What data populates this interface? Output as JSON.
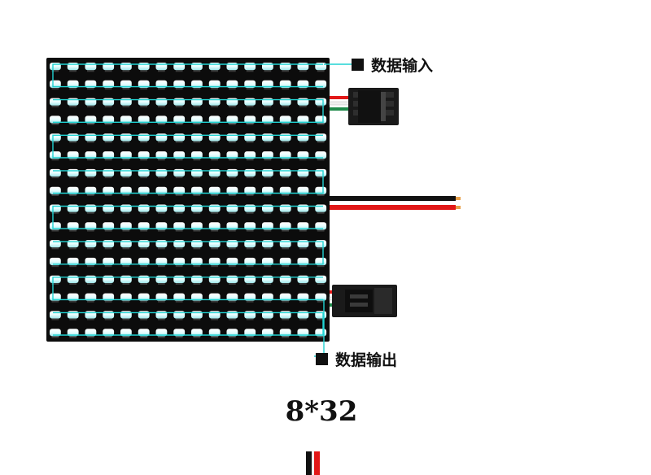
{
  "labels": {
    "data_input": "数据输入",
    "data_output": "数据输出"
  },
  "panel": {
    "size_text": "8*32",
    "led_columns": 16,
    "led_rows": 16
  },
  "colors": {
    "pcb": "#0c0c0c",
    "led_glow": "#dffcff",
    "trace": "#21d3d3",
    "wire_red": "#e21818",
    "wire_black": "#111111",
    "wire_white": "#eeeeee",
    "connector": "#1a1a1a"
  }
}
